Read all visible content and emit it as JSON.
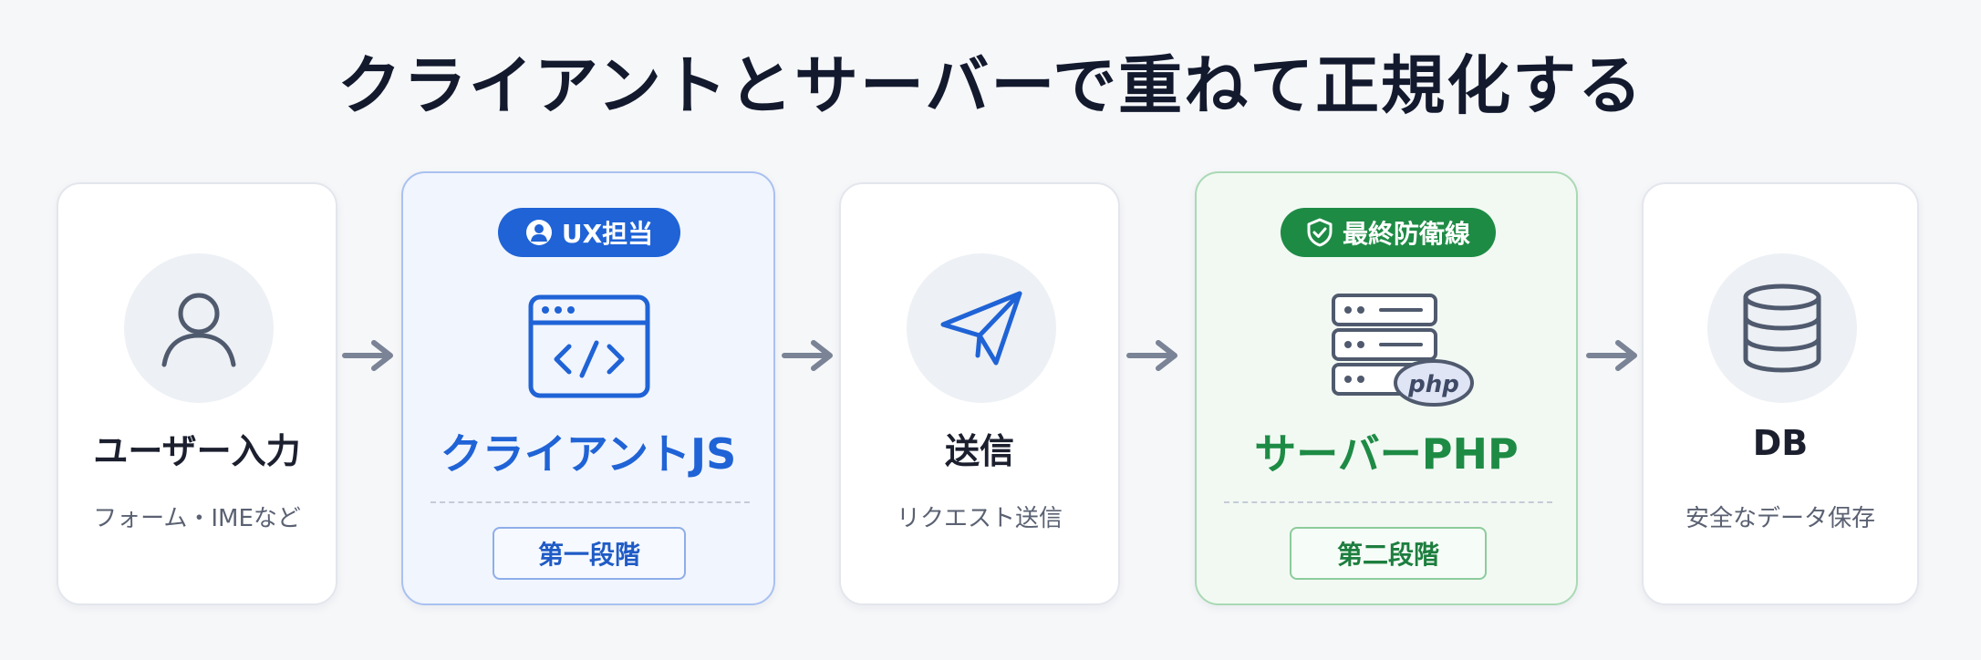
{
  "title": "クライアントとサーバーで重ねて正規化する",
  "steps": [
    {
      "icon": "user-icon",
      "label": "ユーザー入力",
      "sub": "フォーム・IMEなど"
    },
    {
      "icon": "code-window-icon",
      "badge": "UX担当",
      "badge_icon": "user-badge-icon",
      "label": "クライアントJS",
      "stage": "第一段階",
      "accent": "#1f63d6"
    },
    {
      "icon": "paper-plane-icon",
      "label": "送信",
      "sub": "リクエスト送信"
    },
    {
      "icon": "php-server-icon",
      "badge": "最終防衛線",
      "badge_icon": "shield-check-icon",
      "label": "サーバーPHP",
      "stage": "第二段階",
      "accent": "#1e8b45",
      "icon_text": "php"
    },
    {
      "icon": "database-icon",
      "label": "DB",
      "sub": "安全なデータ保存"
    }
  ],
  "connector_icon": "arrow-right-icon"
}
